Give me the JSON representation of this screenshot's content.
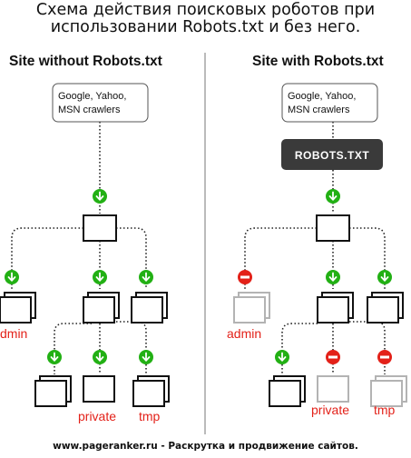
{
  "title": {
    "line1": "Схема действия поисковых роботов при",
    "line2": "использовании Robots.txt и без него."
  },
  "left_panel": {
    "heading": "Site without Robots.txt",
    "crawlers": [
      "Google, Yahoo,",
      "MSN crawlers"
    ],
    "labels": {
      "admin": "dmin",
      "private": "private",
      "tmp": "tmp"
    }
  },
  "right_panel": {
    "heading": "Site with Robots.txt",
    "crawlers": [
      "Google, Yahoo,",
      "MSN crawlers"
    ],
    "robots": "ROBOTS.TXT",
    "labels": {
      "admin": "admin",
      "private": "private",
      "tmp": "tmp"
    }
  },
  "footer": "www.pageranker.ru - Раскрутка и продвижение сайтов.",
  "colors": {
    "allowed": "#22b014",
    "blocked": "#e32119",
    "label_red": "#e32119",
    "blocked_folder": "#b3b3b3",
    "robots_box": "#3a3a3a",
    "divider": "#777777"
  },
  "icons": {
    "allowed": "green-down-arrow-icon",
    "blocked": "red-no-entry-icon"
  }
}
